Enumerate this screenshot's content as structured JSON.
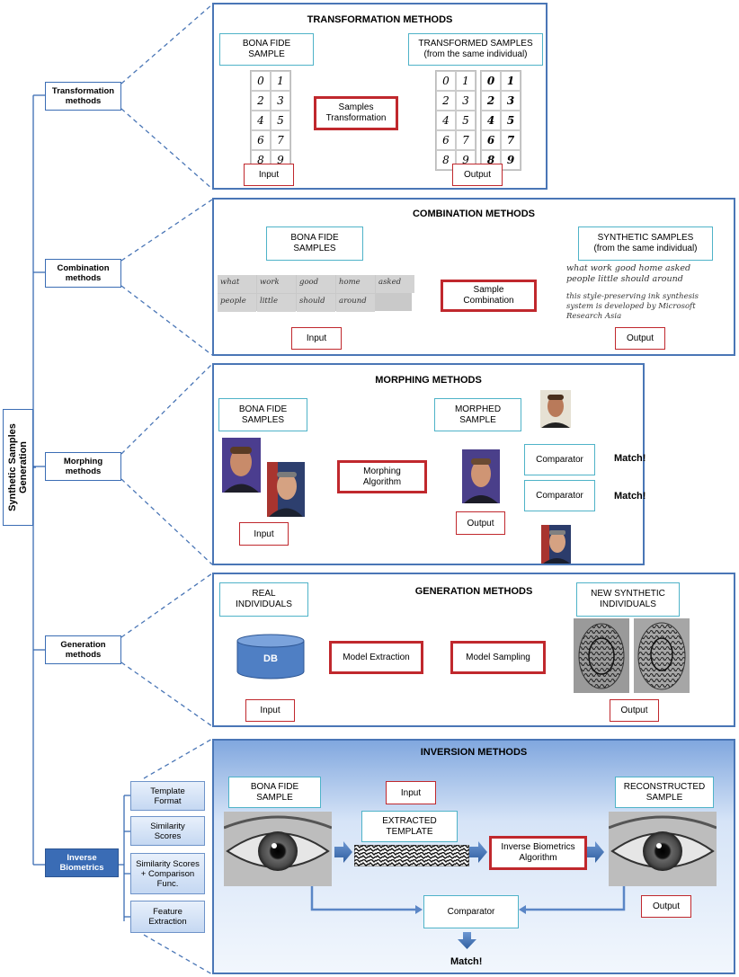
{
  "root": {
    "label": "Synthetic Samples Generation"
  },
  "tree": {
    "transformation": "Transformation\nmethods",
    "combination": "Combination\nmethods",
    "morphing": "Morphing\nmethods",
    "generation": "Generation\nmethods",
    "inverse": "Inverse\nBiometrics"
  },
  "inverse_sub": [
    "Template\nFormat",
    "Similarity\nScores",
    "Similarity Scores\n+ Comparison\nFunc.",
    "Feature\nExtraction"
  ],
  "transformation": {
    "title": "TRANSFORMATION METHODS",
    "input_label": "BONA FIDE\nSAMPLE",
    "output_label": "TRANSFORMED SAMPLES\n(from the same individual)",
    "process": "Samples\nTransformation",
    "input_tag": "Input",
    "output_tag": "Output",
    "digits": [
      "0",
      "1",
      "2",
      "3",
      "4",
      "5",
      "6",
      "7",
      "8",
      "9"
    ]
  },
  "combination": {
    "title": "COMBINATION METHODS",
    "input_label": "BONA FIDE\nSAMPLES",
    "output_label": "SYNTHETIC SAMPLES\n(from the same individual)",
    "process": "Sample\nCombination",
    "input_tag": "Input",
    "output_tag": "Output",
    "words": [
      "what",
      "work",
      "good",
      "home",
      "asked",
      "people",
      "little",
      "should",
      "around"
    ],
    "synthetic_lines": [
      "what work good home asked",
      "people little should around",
      "this style-preserving ink synthesis",
      "system is developed by Microsoft",
      "Research Asia"
    ]
  },
  "morphing": {
    "title": "MORPHING METHODS",
    "input_label": "BONA FIDE\nSAMPLES",
    "output_label": "MORPHED\nSAMPLE",
    "process": "Morphing\nAlgorithm",
    "comparator": "Comparator",
    "match": "Match!",
    "input_tag": "Input",
    "output_tag": "Output"
  },
  "generation": {
    "title": "GENERATION METHODS",
    "input_label": "REAL\nINDIVIDUALS",
    "output_label": "NEW SYNTHETIC\nINDIVIDUALS",
    "db": "DB",
    "step1": "Model Extraction",
    "step2": "Model Sampling",
    "input_tag": "Input",
    "output_tag": "Output"
  },
  "inversion": {
    "title": "INVERSION METHODS",
    "input_label": "BONA FIDE\nSAMPLE",
    "input_tag": "Input",
    "template_label": "EXTRACTED\nTEMPLATE",
    "process": "Inverse Biometrics\nAlgorithm",
    "output_label": "RECONSTRUCTED\nSAMPLE",
    "output_tag": "Output",
    "comparator": "Comparator",
    "match": "Match!"
  },
  "colors": {
    "panel_border": "#4a76b6",
    "red": "#c0282d",
    "teal": "#4fb3c8",
    "arrow": "#3f72b5"
  }
}
